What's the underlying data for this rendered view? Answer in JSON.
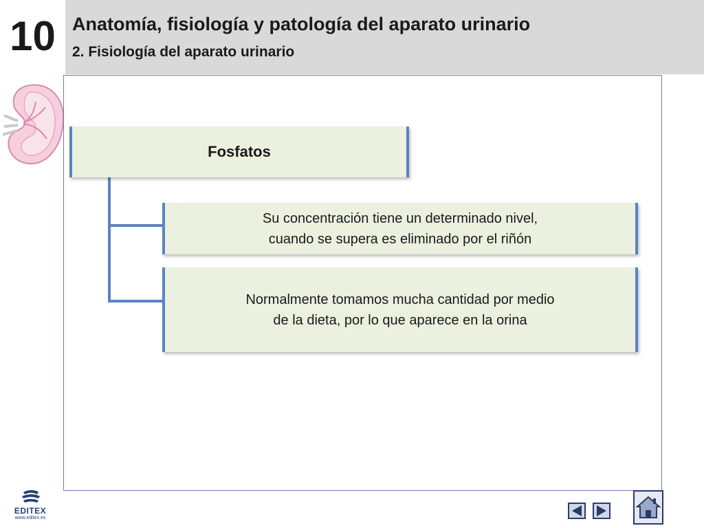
{
  "header": {
    "chapter_number": "10",
    "title": "Anatomía, fisiología y patología del aparato urinario",
    "subtitle": "2. Fisiología del aparato urinario"
  },
  "diagram": {
    "main_node": "Fosfatos",
    "children": [
      {
        "line1": "Su concentración tiene un determinado nivel,",
        "line2": "cuando se supera es eliminado por el riñón"
      },
      {
        "line1": "Normalmente tomamos mucha cantidad por medio",
        "line2": "de la dieta, por lo que aparece en la orina"
      }
    ]
  },
  "logo": {
    "name": "EDITEX",
    "url": "www.editex.es"
  },
  "navigation": {
    "prev_icon": "triangle-left-icon",
    "next_icon": "triangle-right-icon",
    "home_icon": "home-icon"
  },
  "colors": {
    "accent": "#5b82c4",
    "box_fill": "#ebf0df",
    "header_band": "#d9d9d9",
    "dark_navy": "#2b3a66"
  }
}
